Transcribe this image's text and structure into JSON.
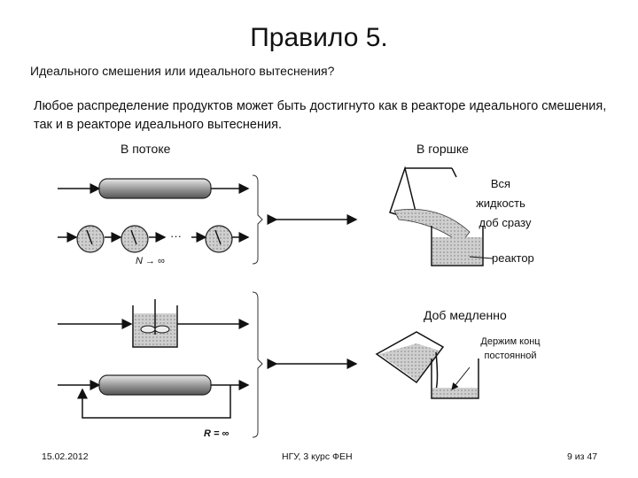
{
  "slide": {
    "title": "Правило 5.",
    "subtitle": "Идеального смешения или идеального вытеснения?",
    "paragraph": "Любое распределение продуктов может быть достигнуто как в реакторе идеального смешения, так и в реакторе идеального вытеснения.",
    "left_heading": "В потоке",
    "right_heading": "В горшке",
    "batch_note_1": "Вся",
    "batch_note_2": "жидкость",
    "batch_note_3": "доб сразу",
    "reactor_label": "реактор",
    "semibatch_heading": "Доб медленно",
    "semibatch_note_1": "Держим конц",
    "semibatch_note_2": "постоянной",
    "n_limit": "N → ∞",
    "r_limit": "R = ∞",
    "dots": "···"
  },
  "footer": {
    "date": "15.02.2012",
    "center": "НГУ, 3 курс ФЕН",
    "page": "9 из 47"
  }
}
